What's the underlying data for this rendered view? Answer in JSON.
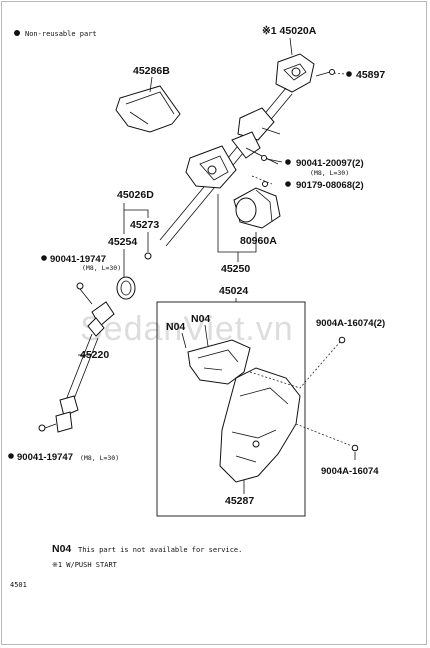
{
  "legend": {
    "non_reusable_label": "Non-reusable part"
  },
  "parts": {
    "p45020A": "※1 45020A",
    "p45897": "45897",
    "p45286B": "45286B",
    "p90041_20097": "90041-20097(2)",
    "p90041_20097_spec": "(M8, L=30)",
    "p90179": "90179-08068(2)",
    "p45026D": "45026D",
    "p45273": "45273",
    "p45254": "45254",
    "p80960A": "80960A",
    "p90041_19747_top": "90041-19747",
    "p90041_19747_top_spec": "(M8, L=30)",
    "p45250": "45250",
    "p45024": "45024",
    "pN04_a": "N04",
    "pN04_b": "N04",
    "p9004A_16074_2": "9004A-16074(2)",
    "p45220": "45220",
    "p90041_19747_bottom": "90041-19747",
    "p90041_19747_bottom_spec": "(M8, L=30)",
    "p9004A_16074": "9004A-16074",
    "p45287": "45287"
  },
  "footer": {
    "n04_code": "N04",
    "n04_text": "This part is not available for service.",
    "note1": "※1 W/PUSH START",
    "page_code": "4501"
  },
  "watermark": "SedanViet.vn"
}
